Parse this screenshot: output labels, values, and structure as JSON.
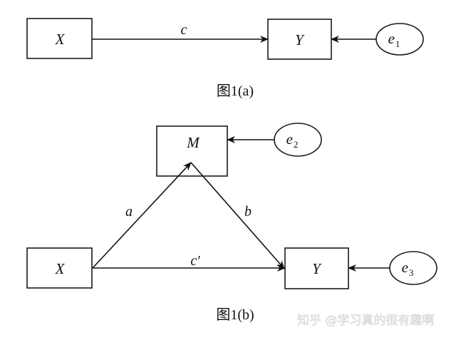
{
  "figure_a": {
    "caption": "图1(a)",
    "nodes": {
      "x": {
        "label": "X"
      },
      "y": {
        "label": "Y"
      },
      "e1": {
        "label": "e",
        "subscript": "1"
      }
    },
    "paths": {
      "c": {
        "label": "c",
        "from": "X",
        "to": "Y"
      },
      "e1_to_y": {
        "from": "e1",
        "to": "Y"
      }
    }
  },
  "figure_b": {
    "caption": "图1(b)",
    "nodes": {
      "m": {
        "label": "M"
      },
      "x": {
        "label": "X"
      },
      "y": {
        "label": "Y"
      },
      "e2": {
        "label": "e",
        "subscript": "2"
      },
      "e3": {
        "label": "e",
        "subscript": "3"
      }
    },
    "paths": {
      "a": {
        "label": "a",
        "from": "X",
        "to": "M"
      },
      "b": {
        "label": "b",
        "from": "M",
        "to": "Y"
      },
      "c_prime": {
        "label": "c′",
        "from": "X",
        "to": "Y"
      },
      "e2_to_m": {
        "from": "e2",
        "to": "M"
      },
      "e3_to_y": {
        "from": "e3",
        "to": "Y"
      }
    }
  },
  "watermark": "知乎 @学习真的很有趣啊"
}
